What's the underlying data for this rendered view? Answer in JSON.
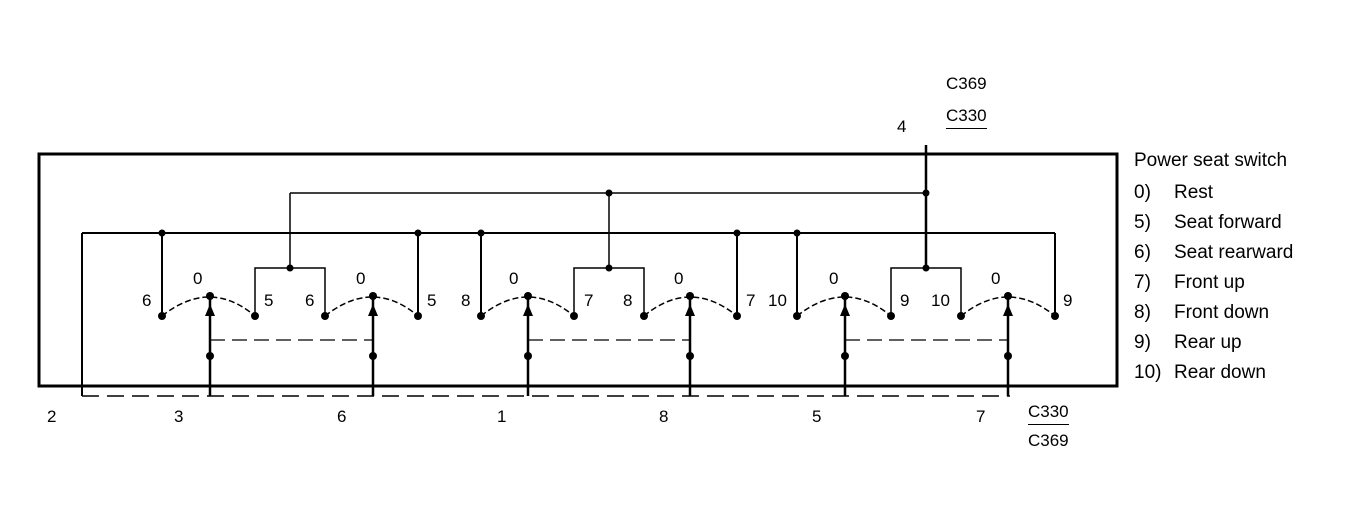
{
  "connector_top": {
    "line1": "C369",
    "line2": "C330",
    "pin": "4"
  },
  "connector_bottom": {
    "line1": "C330",
    "line2": "C369",
    "pins": [
      "2",
      "3",
      "6",
      "1",
      "8",
      "5",
      "7"
    ]
  },
  "legend": {
    "title": "Power seat switch",
    "items": [
      {
        "key": "0)",
        "label": "Rest"
      },
      {
        "key": "5)",
        "label": "Seat forward"
      },
      {
        "key": "6)",
        "label": "Seat rearward"
      },
      {
        "key": "7)",
        "label": "Front up"
      },
      {
        "key": "8)",
        "label": "Front down"
      },
      {
        "key": "9)",
        "label": "Rear up"
      },
      {
        "key": "10)",
        "label": "Rear down"
      }
    ]
  },
  "switches": [
    {
      "left": "6",
      "center": "0",
      "right": "5"
    },
    {
      "left": "6",
      "center": "0",
      "right": "5"
    },
    {
      "left": "8",
      "center": "0",
      "right": "7"
    },
    {
      "left": "8",
      "center": "0",
      "right": "7"
    },
    {
      "left": "10",
      "center": "0",
      "right": "9"
    },
    {
      "left": "10",
      "center": "0",
      "right": "9"
    }
  ]
}
